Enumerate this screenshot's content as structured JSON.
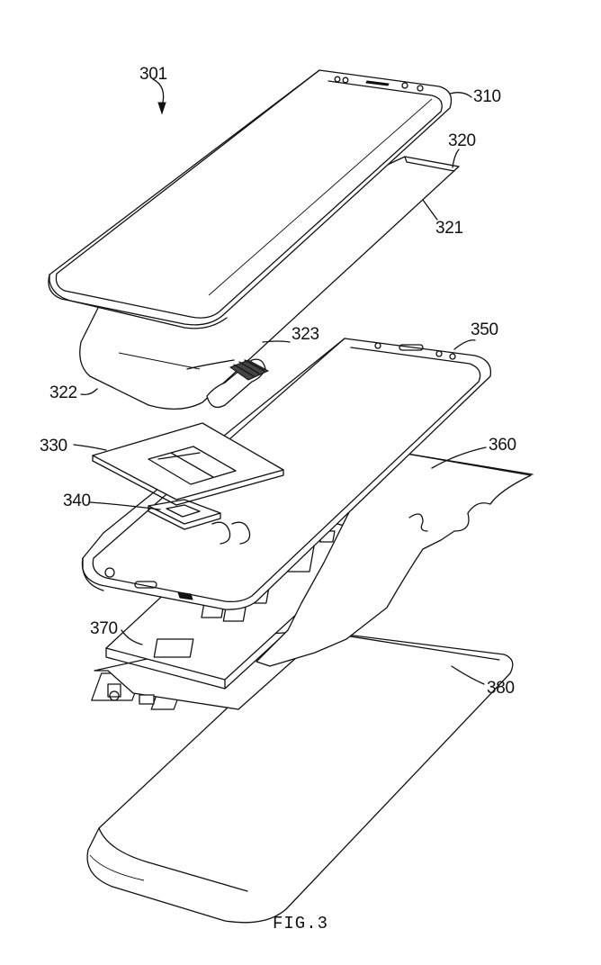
{
  "figure": {
    "caption": "FIG.3",
    "labels": {
      "r301": "301",
      "r310": "310",
      "r320": "320",
      "r321": "321",
      "r322": "322",
      "r323": "323",
      "r330": "330",
      "r340": "340",
      "r350": "350",
      "r360": "360",
      "r370": "370",
      "r380": "380"
    }
  }
}
